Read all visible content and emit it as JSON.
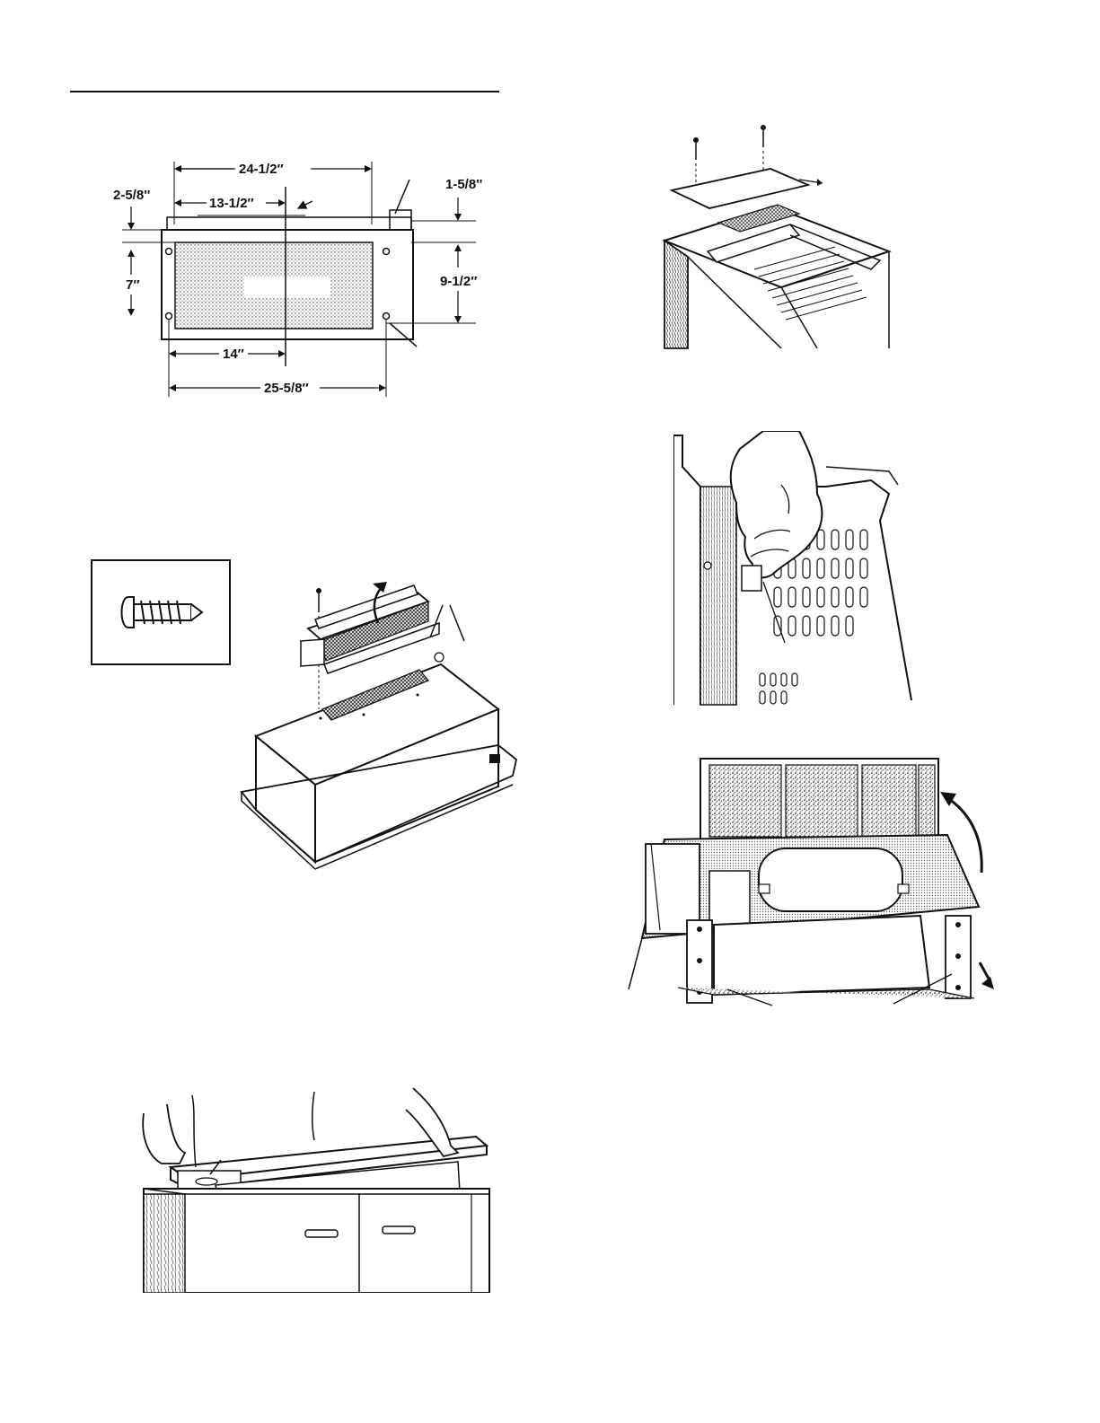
{
  "dimensions": {
    "overall_width_top": "24-1/2″",
    "left_offset_top": "13-1/2″",
    "top_left_margin": "2-5/8''",
    "top_right_margin": "1-5/8''",
    "left_height": "7″",
    "right_height": "9-1/2″",
    "bottom_offset": "14″",
    "overall_width_bottom": "25-5/8″"
  },
  "colors": {
    "ink": "#111111",
    "paper": "#ffffff",
    "stipple": "#9a9a9a"
  },
  "icons": [
    "screw-icon",
    "arrow-icon"
  ]
}
